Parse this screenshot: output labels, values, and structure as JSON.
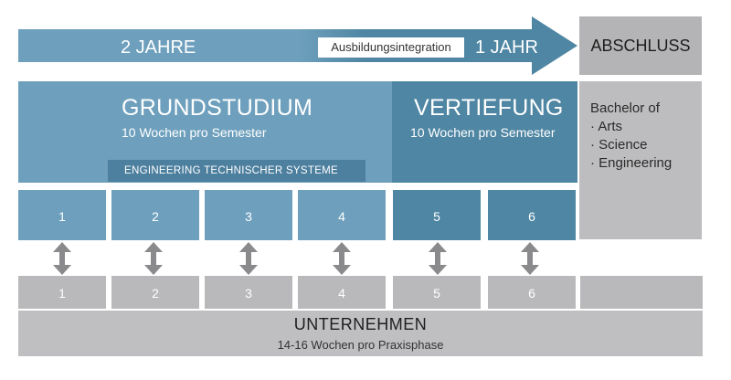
{
  "top_arrow": {
    "left_label": "2 JAHRE",
    "middle_label": "Ausbildungsintegration",
    "right_label": "1 JAHR",
    "colors": {
      "light": "#6ea0bd",
      "dark": "#4f86a3"
    }
  },
  "abschluss": {
    "label": "ABSCHLUSS"
  },
  "grundstudium": {
    "title": "GRUNDSTUDIUM",
    "subtitle": "10 Wochen pro Semester"
  },
  "vertiefung": {
    "title": "VERTIEFUNG",
    "subtitle": "10 Wochen pro Semester"
  },
  "engineering_bar": {
    "label": "ENGINEERING TECHNISCHER SYSTEME"
  },
  "bachelor": {
    "heading": "Bachelor of",
    "items": [
      "· Arts",
      "· Science",
      "· Engineering"
    ]
  },
  "semesters": [
    "1",
    "2",
    "3",
    "4",
    "5",
    "6"
  ],
  "company_phases": [
    "1",
    "2",
    "3",
    "4",
    "5",
    "6"
  ],
  "unternehmen": {
    "title": "UNTERNEHMEN",
    "subtitle": "14-16 Wochen pro Praxisphase"
  }
}
